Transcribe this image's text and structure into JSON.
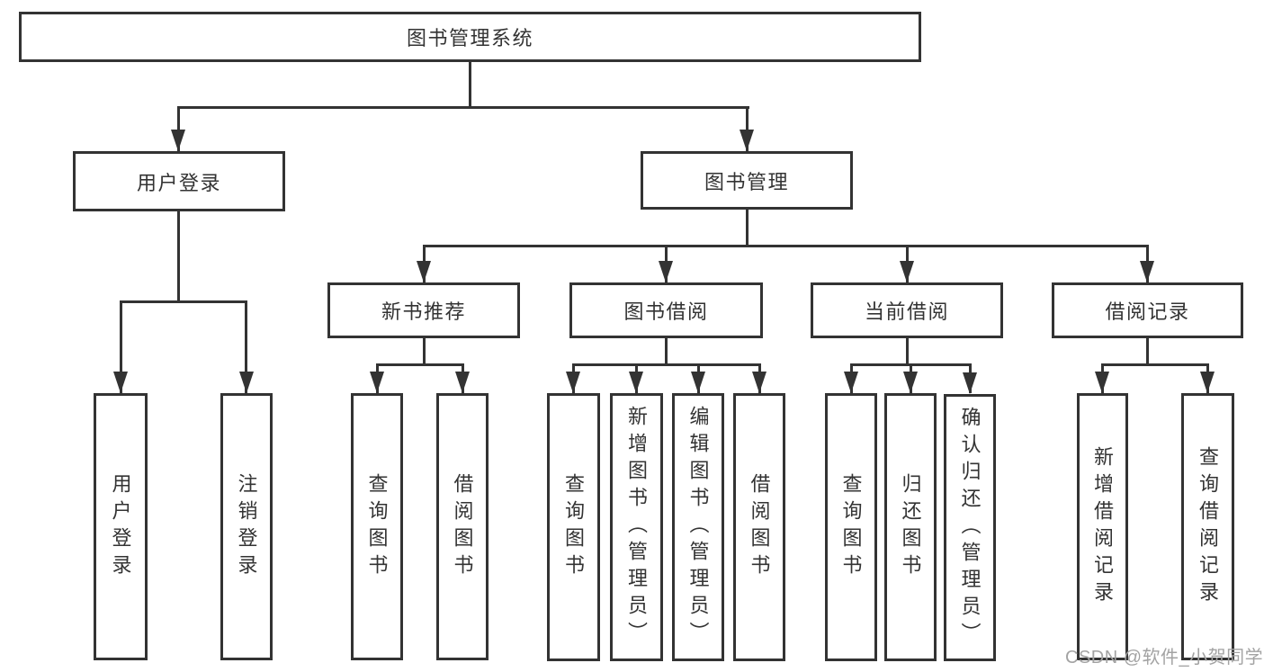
{
  "diagram": {
    "root": {
      "label": "图书管理系统"
    },
    "level2": [
      {
        "label": "用户登录"
      },
      {
        "label": "图书管理"
      }
    ],
    "level3": [
      {
        "label": "新书推荐"
      },
      {
        "label": "图书借阅"
      },
      {
        "label": "当前借阅"
      },
      {
        "label": "借阅记录"
      }
    ],
    "leaves": {
      "user": [
        "用户登录",
        "注销登录"
      ],
      "recommend": [
        "查询图书",
        "借阅图书"
      ],
      "borrow": [
        "查询图书",
        "新增图书（管理员）",
        "编辑图书（管理员）",
        "借阅图书"
      ],
      "current": [
        "查询图书",
        "归还图书",
        "确认归还（管理员）"
      ],
      "records": [
        "新增借阅记录",
        "查询借阅记录"
      ]
    }
  },
  "watermark": {
    "text": "CSDN @软件_小贺同学"
  },
  "colors": {
    "line": "#333333",
    "text": "#333333",
    "watermark": "#a3a3a3",
    "background": "#ffffff"
  }
}
